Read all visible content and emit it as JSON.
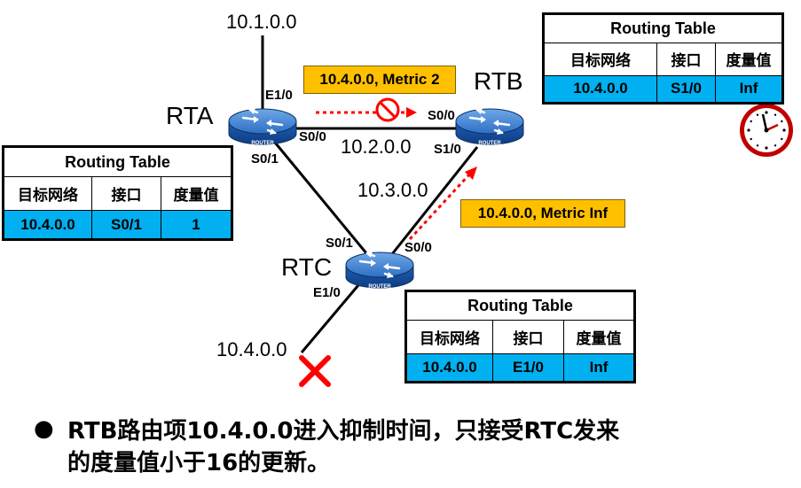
{
  "routers": {
    "rta": {
      "name": "RTA",
      "badge": "ROUTER"
    },
    "rtb": {
      "name": "RTB",
      "badge": "ROUTER"
    },
    "rtc": {
      "name": "RTC",
      "badge": "ROUTER"
    }
  },
  "networks": {
    "top": "10.1.0.0",
    "ab": "10.2.0.0",
    "bc": "10.3.0.0",
    "bottom": "10.4.0.0"
  },
  "ports": {
    "rta_e10": "E1/0",
    "rta_s00": "S0/0",
    "rta_s01": "S0/1",
    "rtb_s00": "S0/0",
    "rtb_s10": "S1/0",
    "rtc_s01": "S0/1",
    "rtc_s00": "S0/0",
    "rtc_e10": "E1/0"
  },
  "callouts": {
    "a_to_b": "10.4.0.0, Metric 2",
    "c_to_b": "10.4.0.0, Metric Inf"
  },
  "tables": {
    "rtb": {
      "title": "Routing Table",
      "headers": [
        "目标网络",
        "接口",
        "度量值"
      ],
      "row": [
        "10.4.0.0",
        "S1/0",
        "Inf"
      ]
    },
    "rta": {
      "title": "Routing Table",
      "headers": [
        "目标网络",
        "接口",
        "度量值"
      ],
      "row": [
        "10.4.0.0",
        "S0/1",
        "1"
      ]
    },
    "rtc": {
      "title": "Routing Table",
      "headers": [
        "目标网络",
        "接口",
        "度量值"
      ],
      "row": [
        "10.4.0.0",
        "E1/0",
        "Inf"
      ]
    }
  },
  "bullet": {
    "line1": "RTB路由项10.4.0.0进入抑制时间，只接受RTC发来",
    "line2": "的度量值小于16的更新。"
  },
  "icons": [
    "router-icon",
    "blocked-icon",
    "clock-icon",
    "failure-x-icon"
  ],
  "colors": {
    "callout": "#ffc000",
    "table_row": "#00b0f0",
    "arrow": "#ff0000",
    "router_body": "#1f5fb5",
    "clock": "#c00000"
  }
}
